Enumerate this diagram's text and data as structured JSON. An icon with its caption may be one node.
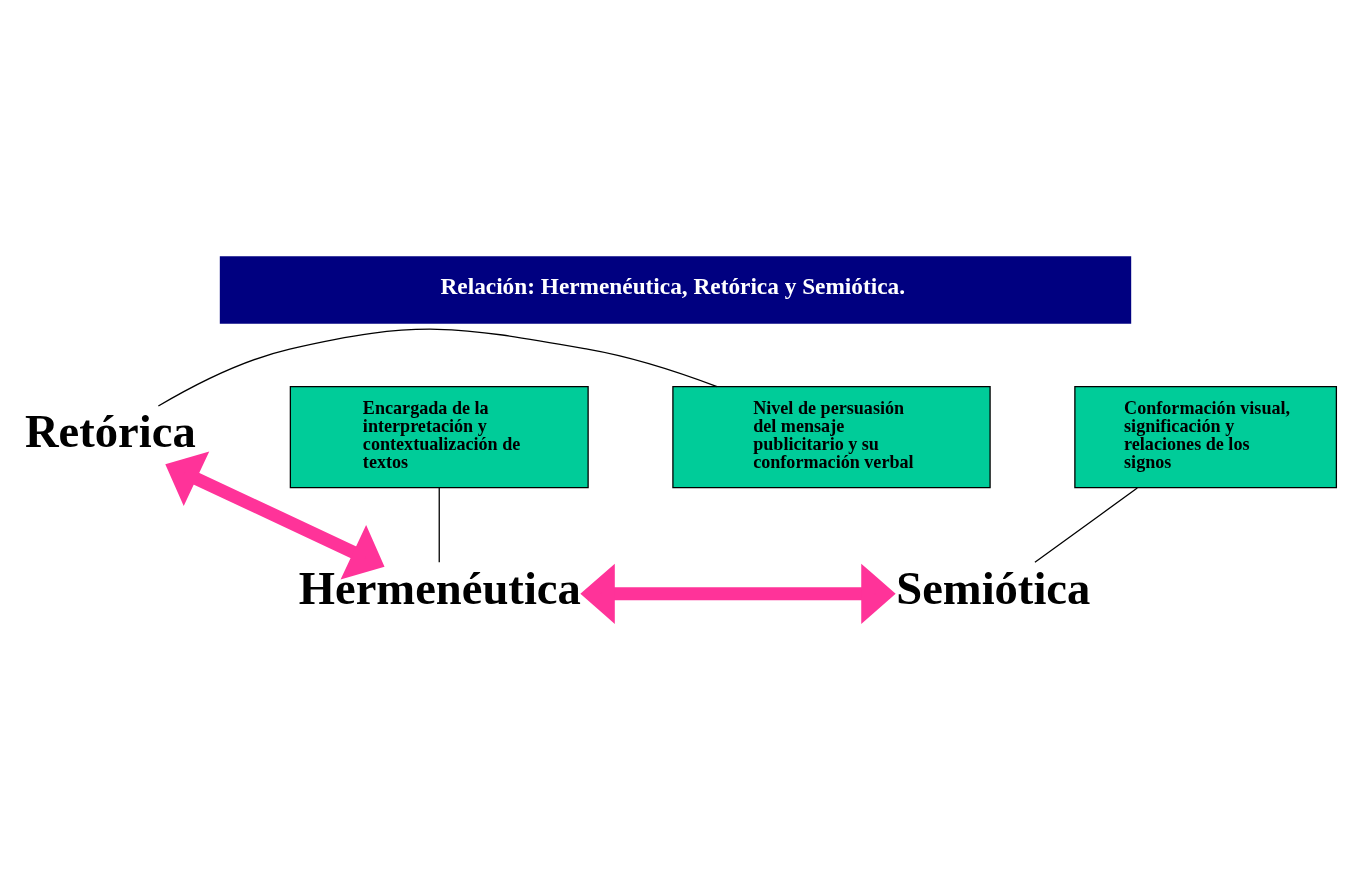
{
  "diagram": {
    "title": "Relación: Hermenéutica, Retórica y Semiótica.",
    "nodes": [
      {
        "text": [
          "Retórica"
        ]
      },
      {
        "text": [
          "Hermenéutica"
        ]
      },
      {
        "text": [
          "Semiótica"
        ]
      },
      {
        "text": [
          "Nivel de persuasión del mensaje publicitario y su conformación verbal"
        ]
      },
      {
        "text": [
          "Conformación visual, significación y relaciones de los signos"
        ]
      },
      {
        "text": [
          "Encargada de la interpretación y contextualización de textos"
        ]
      }
    ],
    "edges": [
      {
        "from": 0,
        "to": 1,
        "arrow": "both",
        "style": "thick",
        "color": "#ff3399"
      },
      {
        "from": 1,
        "to": 2,
        "arrow": "both",
        "style": "thick",
        "color": "#ff3399"
      },
      {
        "from": 3,
        "to": 0,
        "arrow": "none"
      },
      {
        "from": 4,
        "to": 2,
        "arrow": "none"
      },
      {
        "from": 5,
        "to": 1,
        "arrow": "none"
      }
    ]
  }
}
